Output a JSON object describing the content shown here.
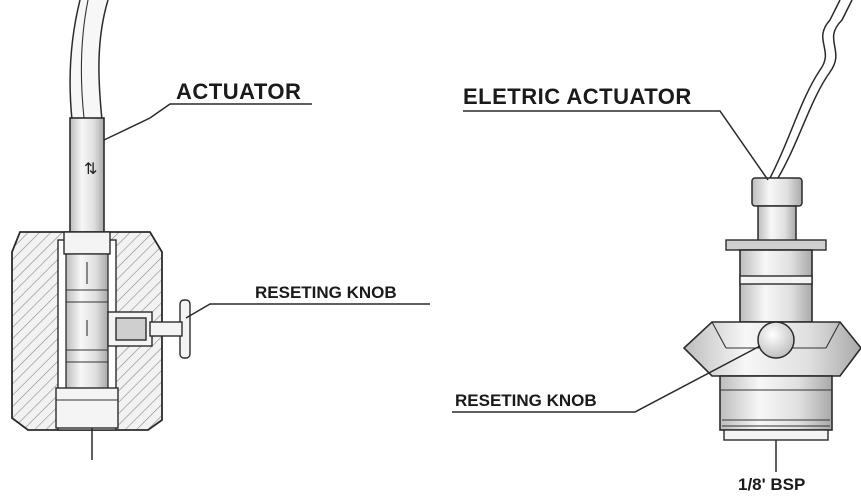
{
  "left_diagram": {
    "actuator_label": "ACTUATOR",
    "reset_knob_label": "RESETING KNOB"
  },
  "right_diagram": {
    "electric_actuator_label": "ELETRIC ACTUATOR",
    "reset_knob_label": "RESETING KNOB",
    "thread_label": "1/8' BSP"
  }
}
